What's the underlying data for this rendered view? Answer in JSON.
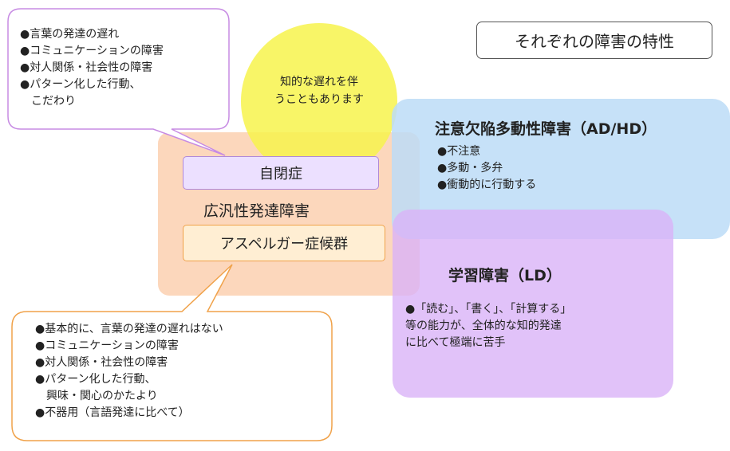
{
  "title": "それぞれの障害の特性",
  "note": {
    "lines": [
      "知的な遅れを伴",
      "うこともあります"
    ]
  },
  "autism": {
    "label": "自閉症",
    "traits": [
      "●言葉の発達の遅れ",
      "●コミュニケーションの障害",
      "●対人関係・社会性の障害",
      "●パターン化した行動、",
      "　こだわり"
    ]
  },
  "pdd": {
    "label": "広汎性発達障害"
  },
  "asperger": {
    "label": "アスペルガー症候群",
    "traits": [
      "●基本的に、言葉の発達の遅れはない",
      "●コミュニケーションの障害",
      "●対人関係・社会性の障害",
      "●パターン化した行動、",
      "　興味・関心のかたより",
      "●不器用（言語発達に比べて）"
    ]
  },
  "adhd": {
    "label": "注意欠陥多動性障害（AD/HD）",
    "traits": [
      "●不注意",
      "●多動・多弁",
      "●衝動的に行動する"
    ]
  },
  "ld": {
    "label": "学習障害（LD）",
    "traits": [
      "●「読む」、「書く」、「計算する」",
      "等の能力が、全体的な知的発達",
      "に比べて極端に苦手"
    ]
  },
  "colors": {
    "orange_region": "#fbd0b0",
    "yellow_circle": "#f7f34c",
    "blue_region": "#bcdcf7",
    "purple_region": "#d9b3f7",
    "purple_bubble_border": "#c78be3",
    "orange_bubble_border": "#f0a24a"
  }
}
